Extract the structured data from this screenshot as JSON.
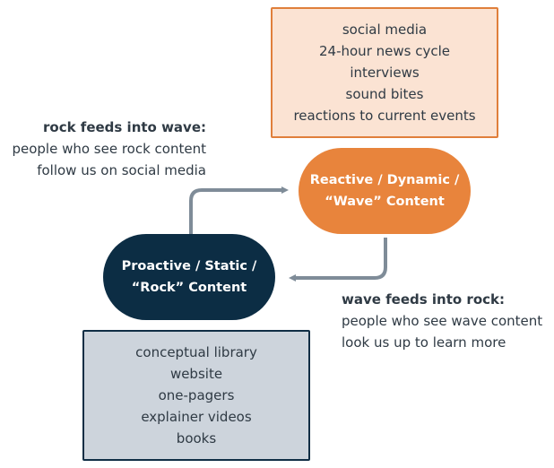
{
  "colors": {
    "wave_fill": "#e8843c",
    "wave_box_fill": "#fbe3d3",
    "wave_box_border": "#e07f3b",
    "rock_fill": "#0c2d44",
    "rock_box_fill": "#cdd4dc",
    "rock_box_border": "#102e45",
    "arrow": "#7f8c98",
    "text": "#2f3a44"
  },
  "wave_examples": {
    "items": [
      "social media",
      "24-hour news cycle",
      "interviews",
      "sound bites",
      "reactions to current events"
    ]
  },
  "wave_node": {
    "lines": [
      "Reactive / Dynamic /",
      "“Wave” Content"
    ]
  },
  "rock_node": {
    "lines": [
      "Proactive / Static /",
      "“Rock” Content"
    ]
  },
  "rock_examples": {
    "items": [
      "conceptual library",
      "website",
      "one-pagers",
      "explainer videos",
      "books"
    ]
  },
  "rock_to_wave": {
    "heading": "rock feeds into wave:",
    "lines": [
      "people who see rock content",
      "follow us on social media"
    ]
  },
  "wave_to_rock": {
    "heading": "wave feeds into rock:",
    "lines": [
      "people who see wave content",
      "look us up to learn more"
    ]
  }
}
